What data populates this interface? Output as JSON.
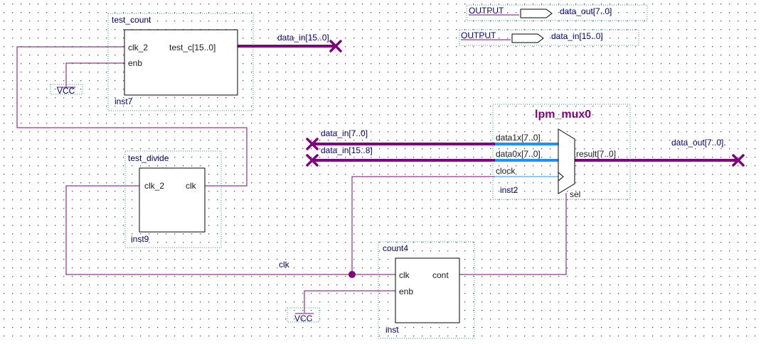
{
  "ports": {
    "output1": {
      "dir": "OUTPUT",
      "name": "data_out[7..0]"
    },
    "output2": {
      "dir": "OUTPUT",
      "name": "data_in[15..0]"
    }
  },
  "test_count": {
    "type": "test_count",
    "instance": "inst7",
    "pin_clk": "clk_2",
    "pin_enb": "enb",
    "pin_out": "test_c[15..0]"
  },
  "test_divide": {
    "type": "test_divide",
    "instance": "inst9",
    "pin_in": "clk_2",
    "pin_out": "clk"
  },
  "count4": {
    "type": "count4",
    "instance": "inst",
    "pin_clk": "clk",
    "pin_enb": "enb",
    "pin_out": "cont"
  },
  "mux": {
    "type": "lpm_mux0",
    "instance": "inst2",
    "pin_data1": "data1x[7..0]",
    "pin_data0": "data0x[7..0]",
    "pin_clock": "clock",
    "pin_result": "result[7..0]",
    "pin_sel": "sel"
  },
  "vcc1": "VCC",
  "vcc2": "VCC",
  "nets": {
    "data_in_15_0": "data_in[15..0]",
    "data_in_7_0": "data_in[7..0]",
    "data_in_15_8": "data_in[15..8]",
    "data_out": "data_out[7..0].",
    "clk": "clk"
  },
  "colors": {
    "wire": "#800080",
    "bus_highlight": "#1e90ff",
    "frame": "#2a9d9d",
    "label": "#000080"
  }
}
